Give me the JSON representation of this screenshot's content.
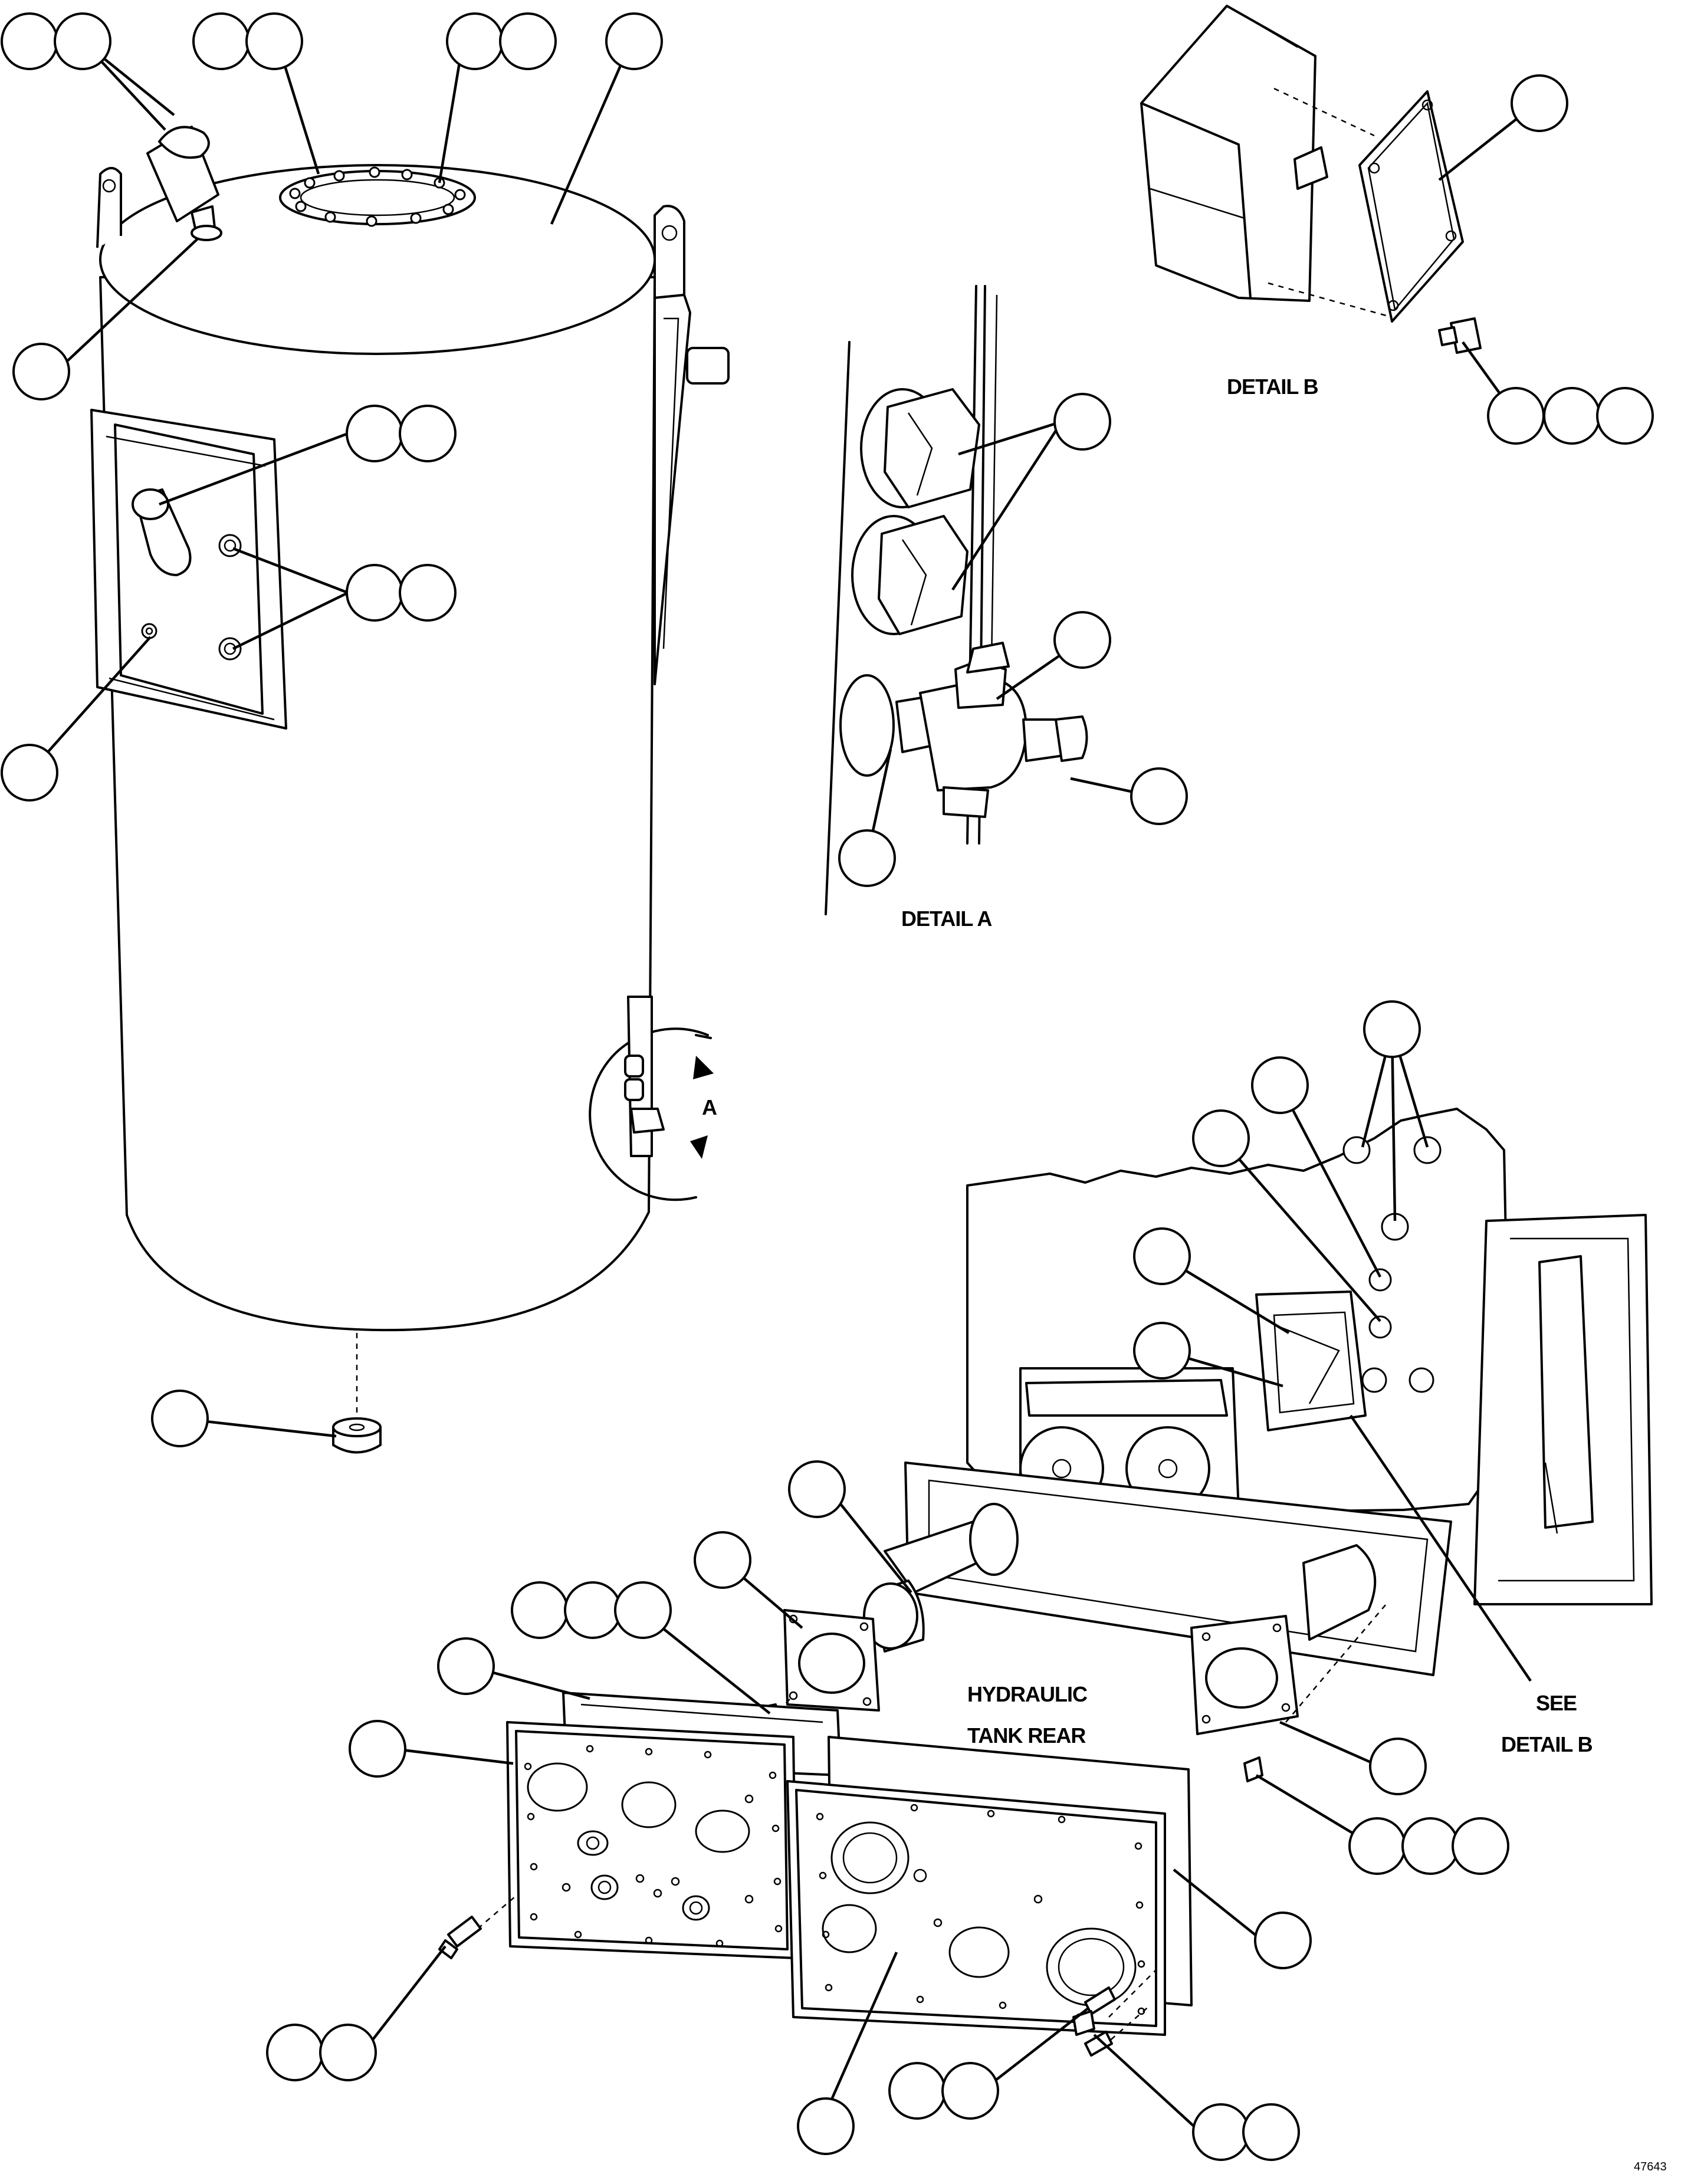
{
  "labels": {
    "detail_a": "DETAIL A",
    "detail_b": "DETAIL B",
    "view_a": "A",
    "hydraulic_line1": "HYDRAULIC",
    "hydraulic_line2": "TANK REAR",
    "see_line1": "SEE",
    "see_line2": "DETAIL B",
    "drawing_code": "47643"
  }
}
